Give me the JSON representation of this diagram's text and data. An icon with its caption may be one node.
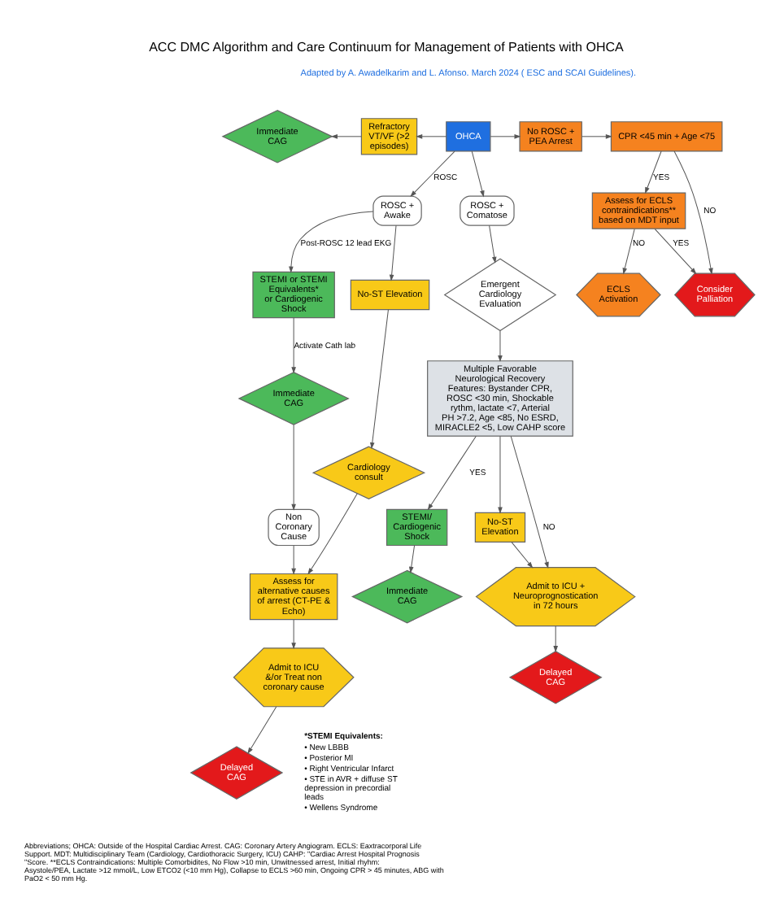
{
  "diagram": {
    "title": "ACC DMC Algorithm and Care Continuum for Management of Patients with OHCA",
    "nodes": [
      {
        "text": [
          "OHCA"
        ]
      },
      {
        "text": [
          "Refractory VT/VF (>2 episodes)"
        ]
      },
      {
        "text": [
          "Immediate CAG"
        ]
      },
      {
        "text": [
          "No ROSC + PEA Arrest"
        ]
      },
      {
        "text": [
          "CPR <45 min + Age <75"
        ]
      },
      {
        "text": [
          "Assess for ECLS contraindications** based on MDT input"
        ]
      },
      {
        "text": [
          "ECLS Activation"
        ]
      },
      {
        "text": [
          "Consider Palliation"
        ]
      },
      {
        "text": [
          "ROSC + Awake"
        ]
      },
      {
        "text": [
          "ROSC + Comatose"
        ]
      },
      {
        "text": [
          "STEMI or STEMI Equivalents* or Cardiogenic Shock"
        ]
      },
      {
        "text": [
          "No-ST Elevation"
        ]
      },
      {
        "text": [
          "Immediate CAG"
        ]
      },
      {
        "text": [
          "Cardiology consult"
        ]
      },
      {
        "text": [
          "Non Coronary Cause"
        ]
      },
      {
        "text": [
          "Assess for alternative causes of arrest (CT-PE & Echo)"
        ]
      },
      {
        "text": [
          "Admit to ICU &/or Treat non coronary cause"
        ]
      },
      {
        "text": [
          "Delayed CAG"
        ]
      },
      {
        "text": [
          "Emergent Cardiology Evaluation"
        ]
      },
      {
        "text": [
          "Multiple Favorable Neurological Recovery Features: Bystander CPR, ROSC <30 min, Shockable rythm, lactate <7, Arterial PH >7.2, Age <85, No ESRD, MIRACLE2 <5, Low CAHP score"
        ]
      },
      {
        "text": [
          "STEMI/ Cardiogenic Shock"
        ]
      },
      {
        "text": [
          "No-ST Elevation"
        ]
      },
      {
        "text": [
          "Immediate CAG"
        ]
      },
      {
        "text": [
          "Admit to ICU + Neuroprognostication in 72 hours"
        ]
      },
      {
        "text": [
          "Delayed CAG"
        ]
      }
    ],
    "edges": [
      {
        "from": 0,
        "to": 1,
        "arrow": "to"
      },
      {
        "from": 1,
        "to": 2,
        "arrow": "to"
      },
      {
        "from": 0,
        "to": 3,
        "arrow": "to"
      },
      {
        "from": 3,
        "to": 4,
        "arrow": "to"
      },
      {
        "from": 4,
        "to": 5,
        "arrow": "to",
        "label": "YES"
      },
      {
        "from": 4,
        "to": 7,
        "arrow": "to",
        "label": "NO"
      },
      {
        "from": 5,
        "to": 6,
        "arrow": "to",
        "label": "NO"
      },
      {
        "from": 5,
        "to": 7,
        "arrow": "to",
        "label": "YES"
      },
      {
        "from": 0,
        "to": 8,
        "arrow": "to",
        "label": "ROSC"
      },
      {
        "from": 0,
        "to": 9,
        "arrow": "to"
      },
      {
        "from": 8,
        "to": 10,
        "arrow": "to",
        "label": "Post-ROSC 12 lead EKG"
      },
      {
        "from": 8,
        "to": 11,
        "arrow": "to"
      },
      {
        "from": 10,
        "to": 12,
        "arrow": "to",
        "label": "Activate Cath lab"
      },
      {
        "from": 11,
        "to": 13,
        "arrow": "to"
      },
      {
        "from": 12,
        "to": 14,
        "arrow": "to"
      },
      {
        "from": 13,
        "to": 15,
        "arrow": "to"
      },
      {
        "from": 14,
        "to": 15,
        "arrow": "to"
      },
      {
        "from": 15,
        "to": 16,
        "arrow": "to"
      },
      {
        "from": 16,
        "to": 17,
        "arrow": "to"
      },
      {
        "from": 9,
        "to": 18,
        "arrow": "to"
      },
      {
        "from": 18,
        "to": 19,
        "arrow": "to"
      },
      {
        "from": 19,
        "to": 20,
        "arrow": "to",
        "label": "YES"
      },
      {
        "from": 19,
        "to": 21,
        "arrow": "to"
      },
      {
        "from": 19,
        "to": 23,
        "arrow": "to",
        "label": "NO"
      },
      {
        "from": 20,
        "to": 22,
        "arrow": "to"
      },
      {
        "from": 21,
        "to": 23,
        "arrow": "to"
      },
      {
        "from": 23,
        "to": 24,
        "arrow": "to"
      }
    ],
    "labels": [
      "Adapted by A. Awadelkarim and L. Afonso. March 2024 ( ESC and SCAI Guidelines).",
      "*STEMI Equivalents:",
      "• New LBBB",
      "• Posterior MI",
      "• Right Ventricular Infarct",
      "• STE in AVR + diffuse ST depression in precordial leads",
      "• Wellens Syndrome",
      "Abbreviations; OHCA: Outside of the Hospital Cardiac Arrest. CAG: Coronary Artery Angiogram. ECLS: Eaxtracorporal Life Support. MDT: Multidisciplinary Team (Cardiology, Cardiothoracic Surgery, ICU) CAHP: \"Cardiac Arrest Hospital Prognosis \"Score. **ECLS Contraindications: Multiple Comorbidites, No Flow >10 min, Unwitnessed arrest, Initial rhyhm: Asystole/PEA, Lactate >12 mmol/L, Low ETCO2 (<10 mm Hg), Collapse to ECLS >60 min, Ongoing CPR > 45 minutes, ABG with PaO2 < 50 mm Hg."
    ]
  }
}
